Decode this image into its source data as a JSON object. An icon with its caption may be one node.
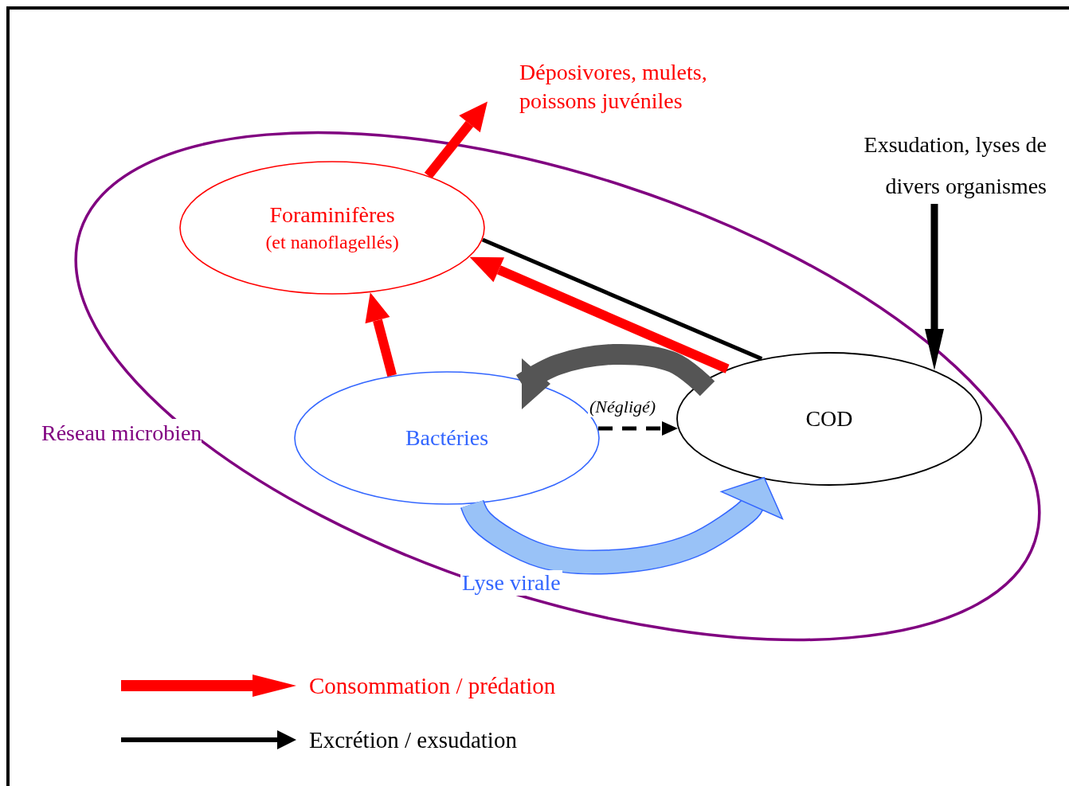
{
  "diagram": {
    "nodes": [
      {
        "text": [
          "Réseau microbien"
        ]
      },
      {
        "text": [
          "Foraminifères",
          "(et nanoflagellés)"
        ],
        "in": 0
      },
      {
        "text": [
          "Bactéries"
        ],
        "in": 0
      },
      {
        "text": [
          "COD"
        ],
        "in": 0
      },
      {
        "text": [
          "Déposivores, mulets, poissons juvéniles"
        ]
      },
      {
        "text": [
          "Exsudation, lyses de divers organismes"
        ]
      }
    ],
    "edges": [
      {
        "from": 1,
        "to": 4,
        "arrow": "to"
      },
      {
        "from": 2,
        "to": 1,
        "arrow": "to"
      },
      {
        "from": 3,
        "to": 1,
        "arrow": "to"
      },
      {
        "from": 1,
        "to": 3,
        "arrow": "none",
        "color": "#000000"
      },
      {
        "from": 2,
        "to": 3,
        "arrow": "to",
        "style": "dashed",
        "color": "#000000",
        "label": "(Négligé)"
      },
      {
        "from": 5,
        "to": 3,
        "arrow": "to",
        "color": "#000000"
      },
      {
        "from": 3,
        "to": 2,
        "arrow": "to",
        "style": "thick",
        "color": "#555555"
      },
      {
        "from": 2,
        "to": 3,
        "arrow": "to",
        "style": "thick",
        "color": "#99c2f7",
        "label": "Lyse virale"
      }
    ],
    "legend": [
      {
        "text": "Consommation / prédation"
      },
      {
        "text": "Excrétion / exsudation"
      }
    ]
  }
}
